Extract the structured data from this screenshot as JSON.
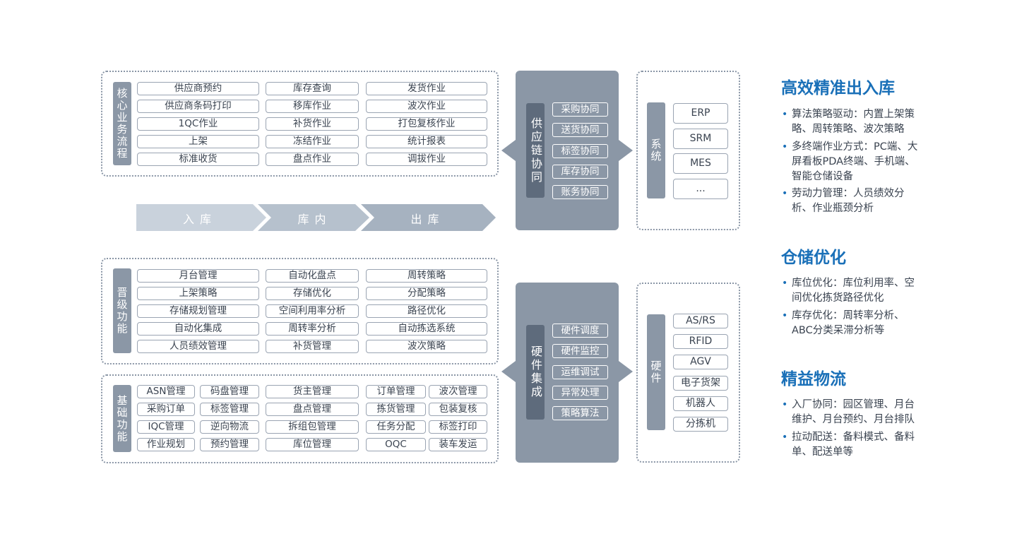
{
  "core": {
    "label": "核心业务流程",
    "rows": [
      [
        "供应商预约",
        "库存查询",
        "发货作业"
      ],
      [
        "供应商条码打印",
        "移库作业",
        "波次作业"
      ],
      [
        "1QC作业",
        "补货作业",
        "打包复核作业"
      ],
      [
        "上架",
        "冻结作业",
        "统计报表"
      ],
      [
        "标准收货",
        "盘点作业",
        "调拔作业"
      ]
    ]
  },
  "flow": [
    "入库",
    "库内",
    "出库"
  ],
  "advanced": {
    "label": "晋级功能",
    "rows": [
      [
        "月台管理",
        "自动化盘点",
        "周转策略"
      ],
      [
        "上架策略",
        "存储优化",
        "分配策略"
      ],
      [
        "存储规划管理",
        "空间利用率分析",
        "路径优化"
      ],
      [
        "自动化集成",
        "周转率分析",
        "自动拣选系统"
      ],
      [
        "人员绩效管理",
        "补货管理",
        "波次策略"
      ]
    ]
  },
  "basic": {
    "label": "基础功能",
    "rows": [
      [
        "ASN管理",
        "码盘管理",
        "货主管理",
        "订单管理",
        "波次管理"
      ],
      [
        "采购订单",
        "标签管理",
        "盘点管理",
        "拣货管理",
        "包装复核"
      ],
      [
        "IQC管理",
        "逆向物流",
        "拆组包管理",
        "任务分配",
        "标签打印"
      ],
      [
        "作业规划",
        "预约管理",
        "库位管理",
        "OQC",
        "装车发运"
      ]
    ]
  },
  "supply": {
    "label": "供应链协同",
    "items": [
      "采购协同",
      "送货协同",
      "标签协同",
      "库存协同",
      "账务协同"
    ]
  },
  "hwint": {
    "label": "硬件集成",
    "items": [
      "硬件调度",
      "硬件监控",
      "运维调试",
      "异常处理",
      "策略算法"
    ]
  },
  "systems": {
    "label": "系统",
    "items": [
      "ERP",
      "SRM",
      "MES",
      "..."
    ]
  },
  "hardware": {
    "label": "硬件",
    "items": [
      "AS/RS",
      "RFID",
      "AGV",
      "电子货架",
      "机器人",
      "分拣机"
    ]
  },
  "right": [
    {
      "title": "高效精准出入库",
      "items": [
        "算法策略驱动：内置上架策略、周转策略、波次策略",
        "多终端作业方式：PC端、大屏看板PDA终端、手机端、智能仓储设备",
        "劳动力管理：人员绩效分析、作业瓶颈分析"
      ]
    },
    {
      "title": "仓储优化",
      "items": [
        "库位优化：库位利用率、空间优化拣货路径优化",
        "库存优化：周转率分析、ABC分类呆滞分析等"
      ]
    },
    {
      "title": "精益物流",
      "items": [
        "入厂协同：园区管理、月台维护、月台预约、月台排队",
        "拉动配送：备料模式、备料单、配送单等"
      ]
    }
  ],
  "colors": {
    "accent": "#1a70b8",
    "panel": "#8b97a6",
    "flow": [
      "#c9d2dc",
      "#b6c1cd",
      "#a6b2c0"
    ]
  }
}
